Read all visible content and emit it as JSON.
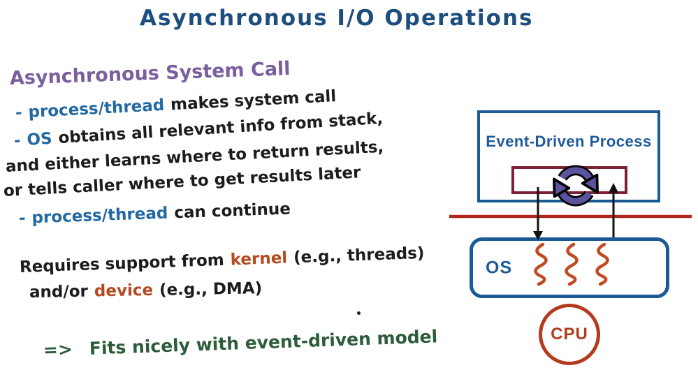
{
  "title": "Asynchronous I/O Operations",
  "notes": {
    "heading": "Asynchronous System Call",
    "b1": {
      "dash": "-",
      "key": "process/thread",
      "rest": "makes system call"
    },
    "b2": {
      "dash": "-",
      "key": "OS",
      "rest": "obtains all relevant info from stack,",
      "cont1": "and either learns where to return results,",
      "cont2": "or tells caller where to get results later"
    },
    "b3": {
      "dash": "-",
      "key": "process/thread",
      "rest": "can continue"
    },
    "requires": {
      "pre": "Requires support from",
      "key1": "kernel",
      "post1": "(e.g., threads)",
      "pre2": "and/or",
      "key2": "device",
      "post2": "(e.g., DMA)"
    },
    "conclusion": {
      "arrow": "=>",
      "text": "Fits nicely with event-driven model"
    }
  },
  "diagram": {
    "process_label": "Event-Driven Process",
    "os_label": "OS",
    "cpu_label": "CPU",
    "icons": {
      "cycle": "sync-cycle-icon",
      "squiggles": "thread-squiggle-icon",
      "down_arrow": "down-arrow-icon",
      "up_arrow": "up-arrow-icon",
      "boundary": "user-kernel-boundary-line"
    }
  },
  "colors": {
    "title_navy": "#1d4e7e",
    "heading_purple": "#7a5f9e",
    "keyword_blue": "#2269a2",
    "ink_black": "#1c1c1c",
    "keyword_red": "#b5491f",
    "conclusion_green": "#2d5c3a",
    "boundary_red": "#b1271d",
    "box_blue": "#1b5a94",
    "queue_maroon": "#7e2033",
    "cycle_purple": "#5a53a0",
    "squiggle_red": "#c04a22",
    "cpu_red": "#b43b1d"
  }
}
